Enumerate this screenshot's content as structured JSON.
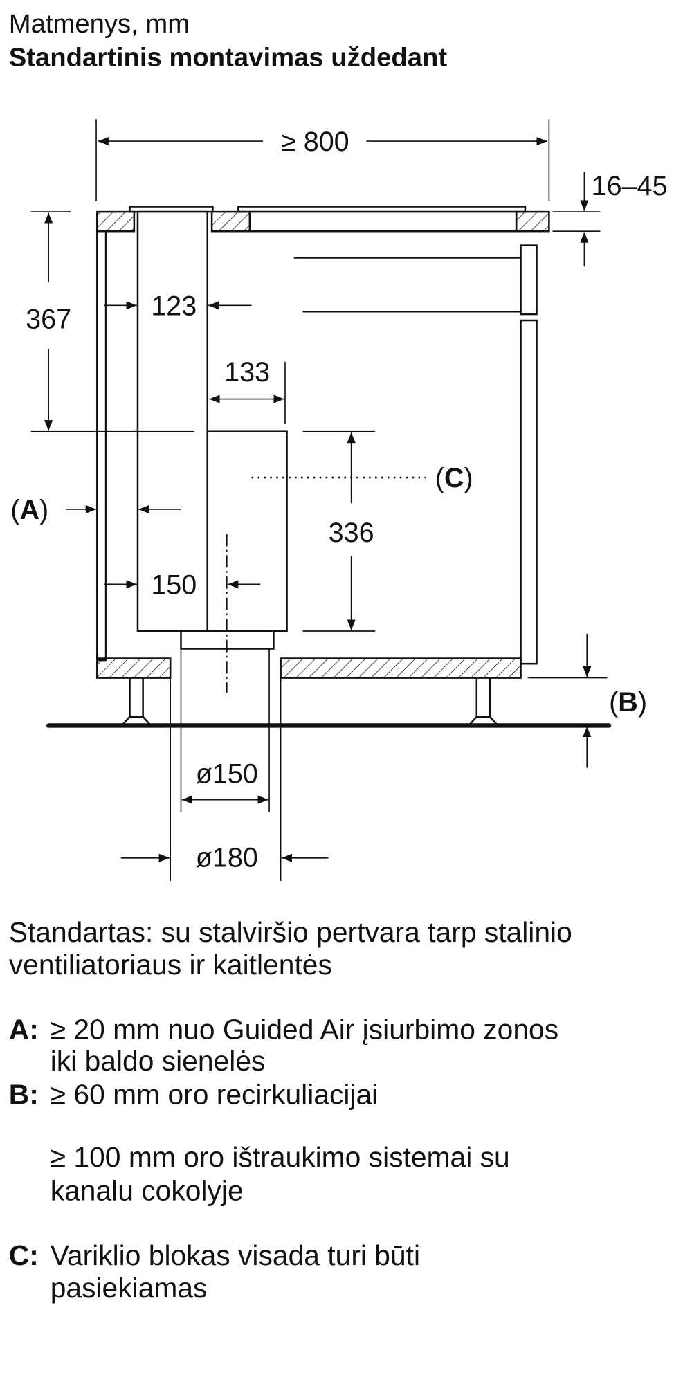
{
  "header": {
    "subtitle": "Matmenys, mm",
    "title": "Standartinis montavimas uždedant"
  },
  "diagram": {
    "width_min": "≥ 800",
    "countertop_thickness": "16–45",
    "height_top": "367",
    "column_width": "123",
    "motor_width": "133",
    "motor_height": "336",
    "offset_150": "150",
    "label_a": "A",
    "label_b": "B",
    "label_c": "C",
    "pipe_inner": "ø150",
    "pipe_outer": "ø180"
  },
  "notes": {
    "standard_line1": "Standartas: su stalviršio pertvara tarp stalinio",
    "standard_line2": "ventiliatoriaus ir kaitlentės",
    "items": [
      {
        "key": "A:",
        "lines": [
          "≥ 20 mm nuo Guided Air įsiurbimo zonos",
          "iki baldo sienelės"
        ]
      },
      {
        "key": "B:",
        "lines": [
          "≥ 60 mm oro recirkuliacijai",
          "≥ 100 mm oro ištraukimo sistemai su",
          "kanalu cokolyje"
        ]
      },
      {
        "key": "C:",
        "lines": [
          "Variklio blokas visada turi būti",
          "pasiekiamas"
        ]
      }
    ]
  }
}
